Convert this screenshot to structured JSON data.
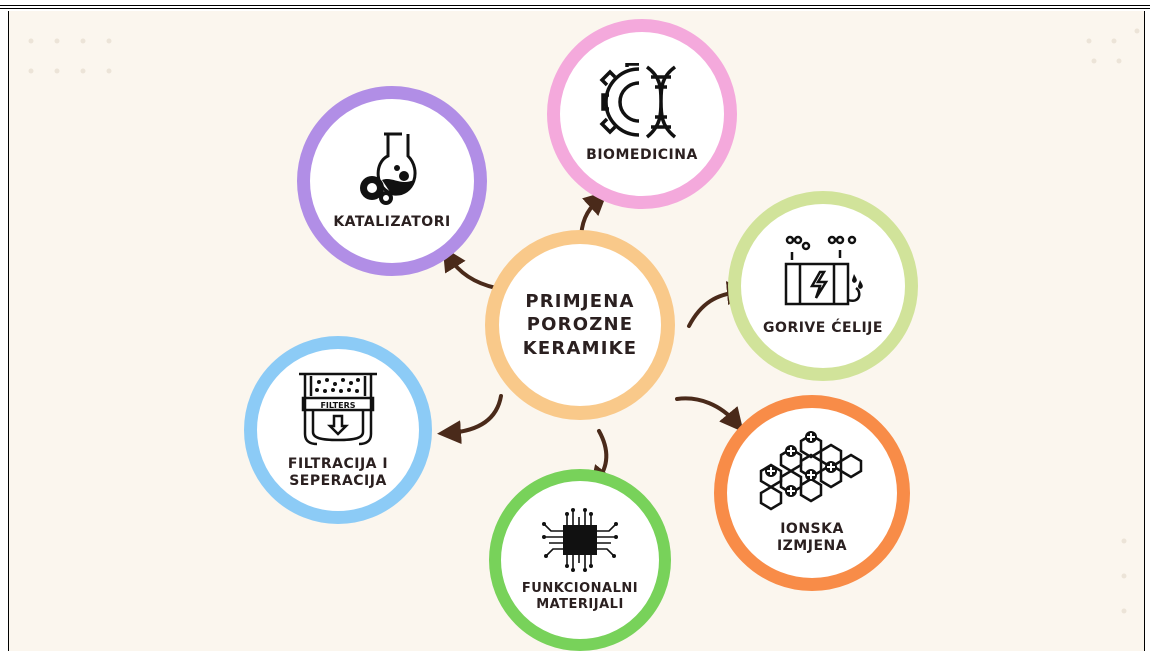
{
  "page": {
    "number": ""
  },
  "diagram": {
    "center": {
      "label": "PRIMJENA\nPOROZNE\nKERAMIKE",
      "ring_color": "#f9c98a"
    },
    "nodes": [
      {
        "id": "katalizatori",
        "label": "KATALIZATORI",
        "ring_color": "#b18ee6",
        "icon": "flask-gear-icon"
      },
      {
        "id": "biomedicina",
        "label": "BIOMEDICINA",
        "ring_color": "#f4a9dc",
        "icon": "gear-dna-icon"
      },
      {
        "id": "gorive-celije",
        "label": "GORIVE ĆELIJE",
        "ring_color": "#d1e39a",
        "icon": "fuel-cell-icon"
      },
      {
        "id": "ionska-izmjena",
        "label": "IONSKA\nIZMJENA",
        "ring_color": "#f88c48",
        "icon": "hexagon-ions-icon"
      },
      {
        "id": "funkcionalni-materijali",
        "label": "FUNKCIONALNI\nMATERIJALI",
        "ring_color": "#78d25a",
        "icon": "microchip-icon"
      },
      {
        "id": "filtracija",
        "label": "FILTRACIJA I\nSEPERACIJA",
        "ring_color": "#8ccbf6",
        "icon": "filter-icon",
        "icon_text": "FILTERS"
      }
    ],
    "arrow_color": "#4a2a1a"
  }
}
